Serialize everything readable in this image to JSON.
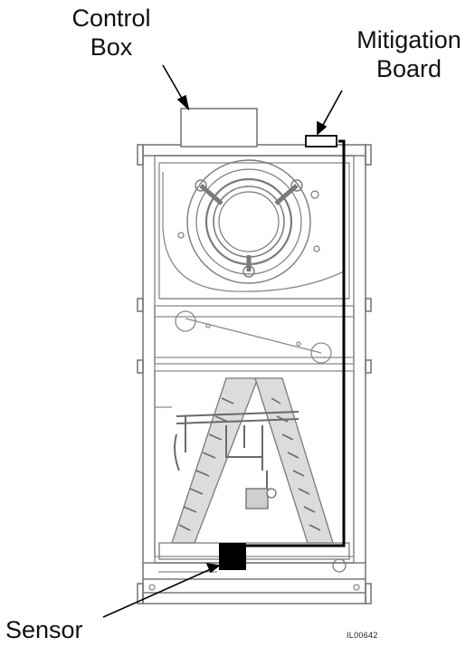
{
  "labels": {
    "control_box": [
      "Control",
      "Box"
    ],
    "mitigation_board": [
      "Mitigation",
      "Board"
    ],
    "sensor": "Sensor"
  },
  "figure_code": "IL00642",
  "colors": {
    "outline": "#7a7a7a",
    "light_outline": "#a8a8a8",
    "wire": "#000000",
    "sensor": "#000000",
    "background": "#ffffff"
  },
  "icons": {
    "blower": "blower-wheel-icon",
    "coil": "a-coil-icon",
    "sensor": "sensor-block-icon"
  }
}
